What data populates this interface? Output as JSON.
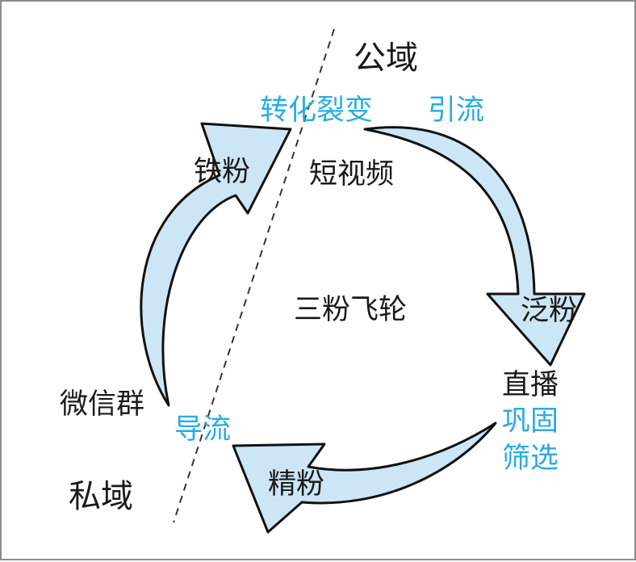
{
  "domains": {
    "public": "公域",
    "private": "私域"
  },
  "center": {
    "title": "三粉飞轮"
  },
  "stages": {
    "pan_fans": "泛粉",
    "precise_fans": "精粉",
    "iron_fans": "铁粉"
  },
  "channels": {
    "short_video": "短视频",
    "live": "直播",
    "wechat_group": "微信群"
  },
  "actions": {
    "conversion_fission": "转化裂变",
    "traffic_attract": "引流",
    "consolidate": "巩固",
    "filter": "筛选",
    "traffic_guide": "导流"
  },
  "colors": {
    "arrow_fill": "#cde6f5",
    "arrow_stroke": "#111111",
    "accent_text": "#29abe2",
    "body_text": "#1a1a1a",
    "divider": "#333333"
  }
}
